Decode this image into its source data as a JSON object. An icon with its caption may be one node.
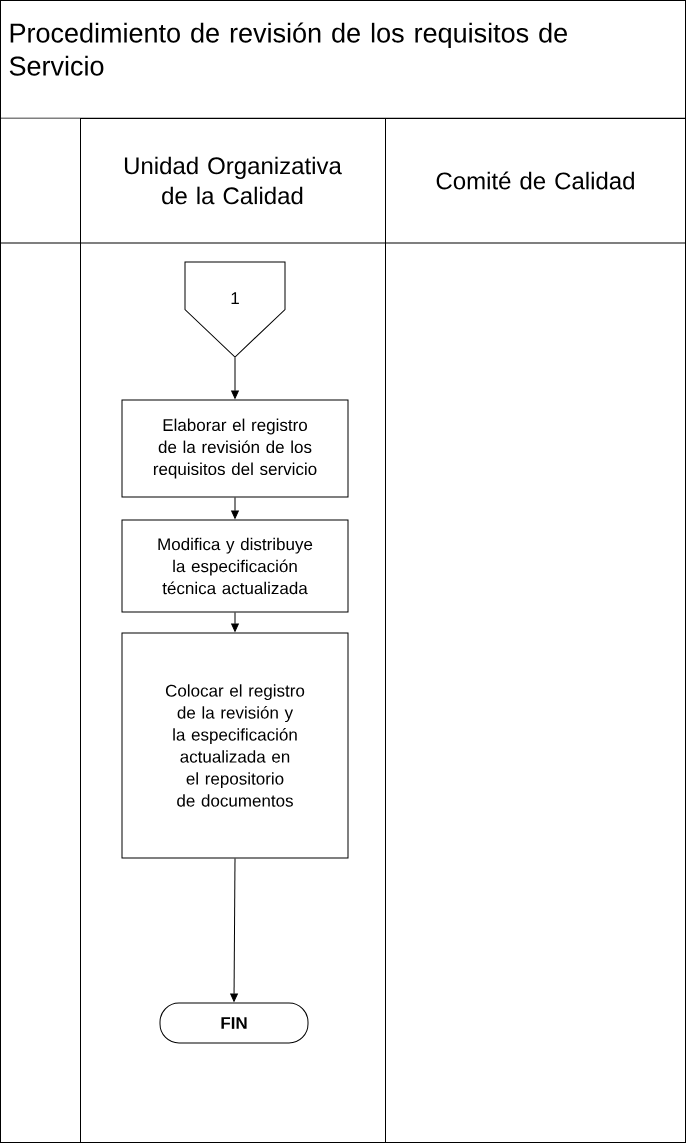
{
  "diagram": {
    "title": "Procedimiento de revisión de los requisitos de Servicio",
    "nodes": [
      {
        "text": [
          "Unidad Organizativa de la Calidad"
        ]
      },
      {
        "text": [
          "Comité de Calidad"
        ]
      },
      {
        "text": [
          "1"
        ],
        "in": 0
      },
      {
        "text": [
          "Elaborar el registro de la revisión de los requisitos del servicio"
        ],
        "in": 0
      },
      {
        "text": [
          "Modifica y distribuye la especificación técnica actualizada"
        ],
        "in": 0
      },
      {
        "text": [
          "Colocar el registro de la revisión y la especificación actualizada en el repositorio de documentos"
        ],
        "in": 0
      },
      {
        "text": [
          "FIN"
        ],
        "in": 0
      }
    ],
    "edges": [
      {
        "from": 2,
        "to": 3,
        "arrow": "to"
      },
      {
        "from": 3,
        "to": 4,
        "arrow": "to"
      },
      {
        "from": 4,
        "to": 5,
        "arrow": "to"
      },
      {
        "from": 5,
        "to": 6,
        "arrow": "to"
      }
    ]
  }
}
